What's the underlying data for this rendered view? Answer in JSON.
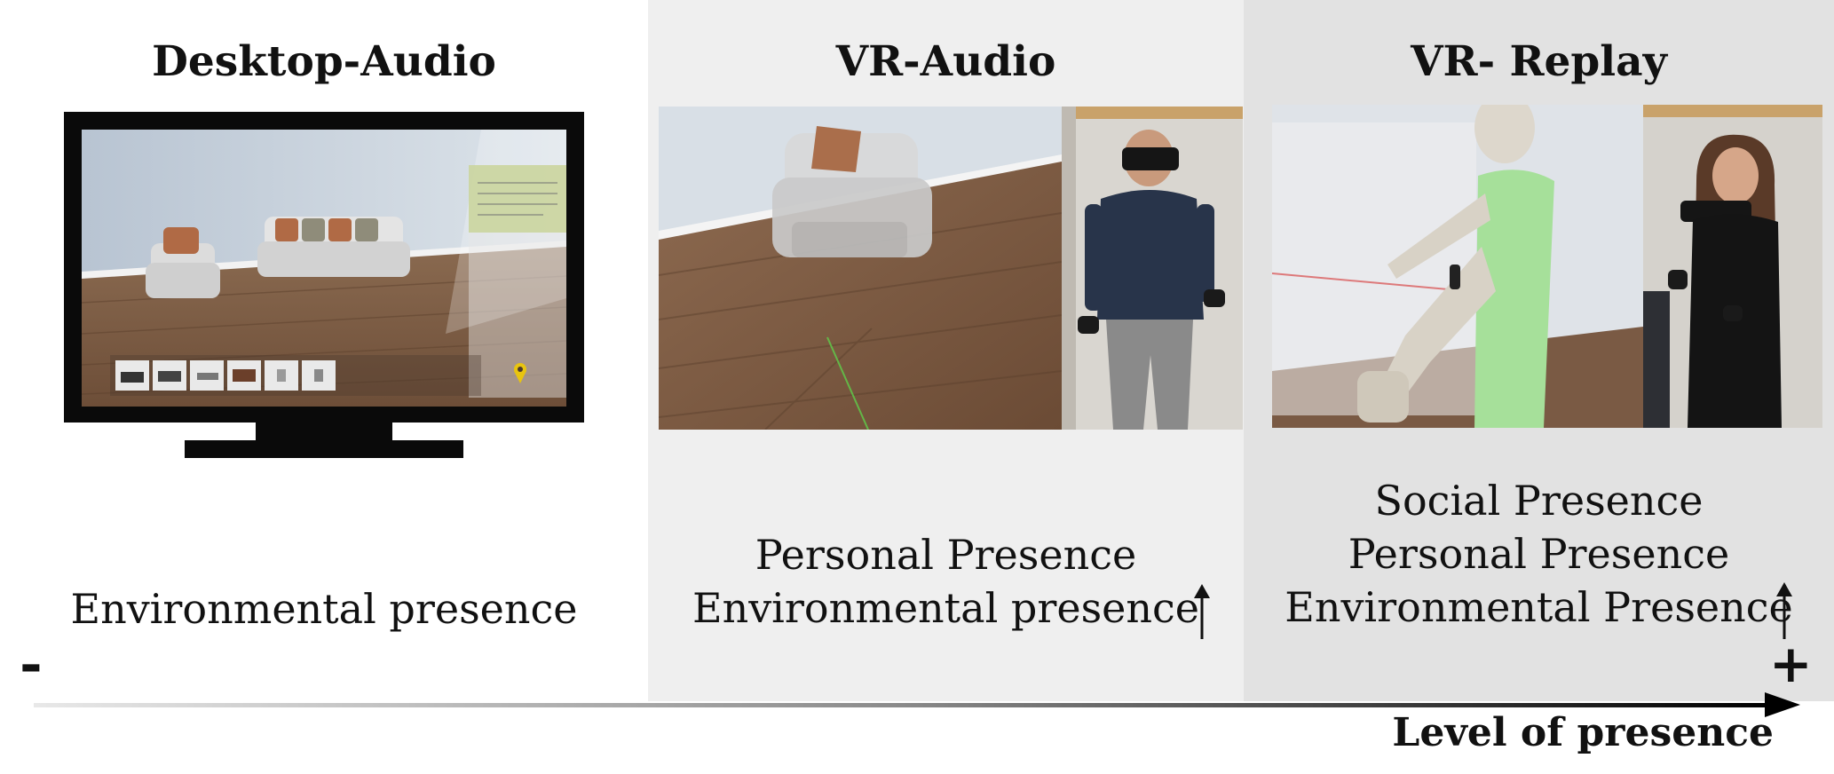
{
  "panels": [
    {
      "title": "Desktop-Audio",
      "lines": [
        "Environmental presence"
      ]
    },
    {
      "title": "VR-Audio",
      "lines": [
        "Personal Presence",
        "Environmental presence"
      ]
    },
    {
      "title": "VR- Replay",
      "lines": [
        "Social Presence",
        "Personal Presence",
        "Environmental Presence"
      ]
    }
  ],
  "axis": {
    "min_symbol": "-",
    "max_symbol": "+",
    "label": "Level of presence"
  },
  "colors": {
    "panel_1": "#ffffff",
    "panel_2": "#efefef",
    "panel_3": "#e2e2e2",
    "floor": "#7a5a44",
    "wall": "#c9d3dd",
    "avatar": "#a6e09a"
  },
  "icons": [
    "monitor-icon",
    "armchair-icon",
    "sofa-icon",
    "location-pin-icon",
    "vr-headset-icon",
    "avatar-icon",
    "up-arrow-icon",
    "right-arrow-icon"
  ]
}
